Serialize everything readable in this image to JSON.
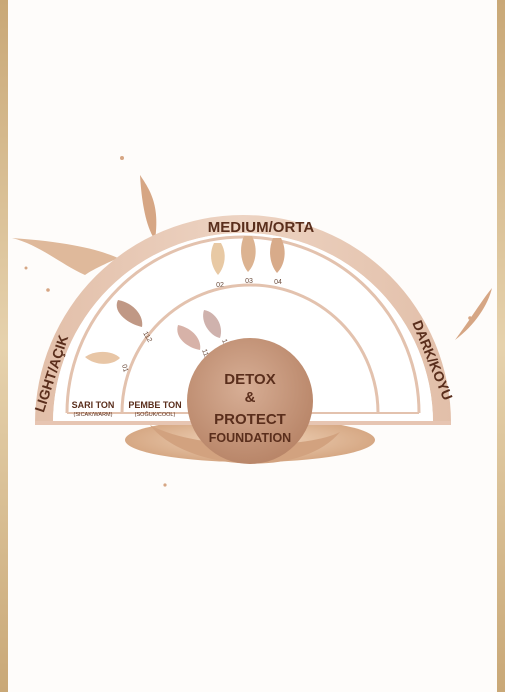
{
  "arc_labels": {
    "medium": "MEDIUM/ORTA",
    "light": "LIGHT/AÇIK",
    "dark": "DARK/KOYU"
  },
  "tones": {
    "warm_title": "SARI TON",
    "warm_sub": "(SICAK/WARM)",
    "cool_title": "PEMBE TON",
    "cool_sub": "(SOĞUK/COOL)"
  },
  "shades": {
    "s01": "01",
    "s02": "02",
    "s03": "03",
    "s04": "04",
    "s111": "111",
    "s112": "112",
    "s114": "114"
  },
  "product": {
    "line1": "DETOX",
    "line2": "&",
    "line3": "PROTECT",
    "line4": "FOUNDATION"
  },
  "colors": {
    "frame_gold": "#c9a877",
    "arc_peach": "#e7c5b2",
    "text_brown": "#5a2e1c",
    "center_circle": "#c89a7e"
  }
}
